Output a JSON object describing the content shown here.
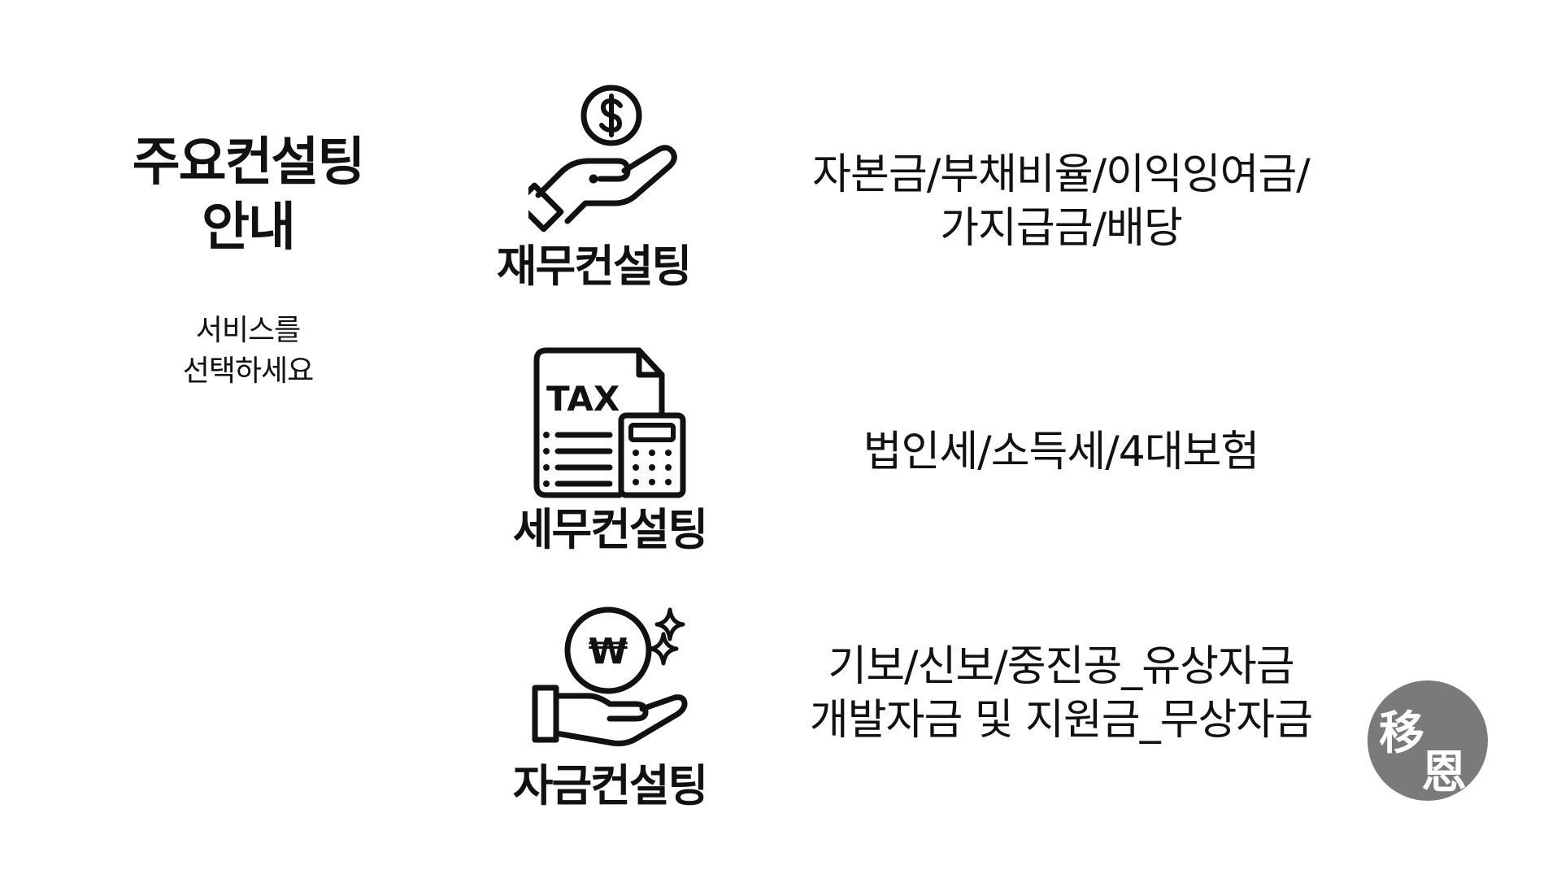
{
  "header": {
    "title_line1": "주요컨설팅",
    "title_line2": "안내",
    "subtitle_line1": "서비스를",
    "subtitle_line2": "선택하세요"
  },
  "services": [
    {
      "name": "재무컨설팅",
      "icon": "dollar-coin-hand-icon",
      "desc_line1": "자본금/부채비율/이익잉여금/",
      "desc_line2": "가지급금/배당"
    },
    {
      "name": "세무컨설팅",
      "icon": "tax-calculator-icon",
      "icon_text": "TAX",
      "desc_line1": "법인세/소득세/4대보험"
    },
    {
      "name": "자금컨설팅",
      "icon": "won-coin-hand-icon",
      "icon_text": "₩",
      "desc_line1": "기보/신보/중진공_유상자금",
      "desc_line2": "개발자금 및 지원금_무상자금"
    }
  ],
  "logo": {
    "char1": "移",
    "char2": "恩",
    "color": "#7a7a7a"
  }
}
